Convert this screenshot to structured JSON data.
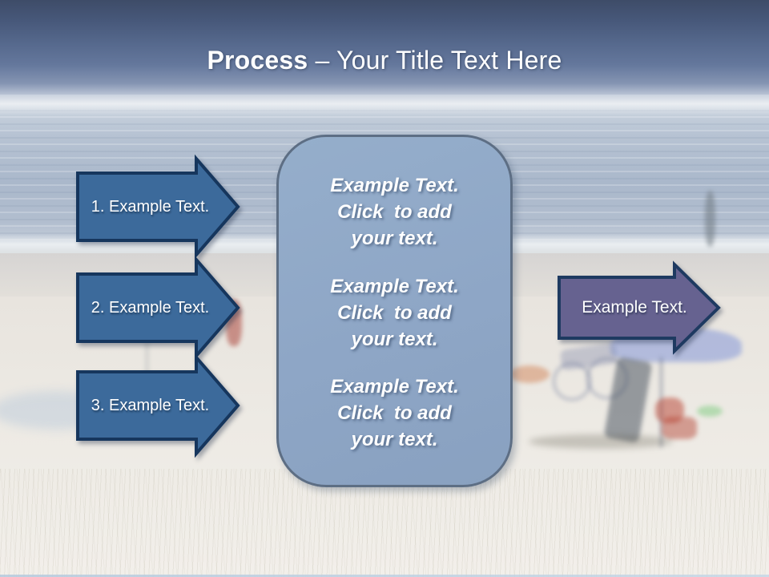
{
  "header": {
    "title_bold": "Process",
    "title_rest": " – Your Title Text Here"
  },
  "steps": [
    {
      "label": "1. Example Text."
    },
    {
      "label": "2. Example Text."
    },
    {
      "label": "3. Example Text."
    }
  ],
  "panel": {
    "blocks": [
      [
        "Example Text.",
        "Click  to add",
        "your text."
      ],
      [
        "Example Text.",
        "Click  to add",
        "your text."
      ],
      [
        "Example Text.",
        "Click  to add",
        "your text."
      ]
    ]
  },
  "result_arrow": {
    "label": "Example Text."
  },
  "colors": {
    "step_arrow_fill": "#3C6A9B",
    "step_arrow_border": "#16365D",
    "panel_fill": "#8EA6C6",
    "panel_border": "#5D6E84",
    "result_arrow_fill": "#666290",
    "result_arrow_border": "#1E3A61",
    "header_top": "#3E4C68",
    "header_mid": "#55688C",
    "header_fade": "#8494B2"
  }
}
